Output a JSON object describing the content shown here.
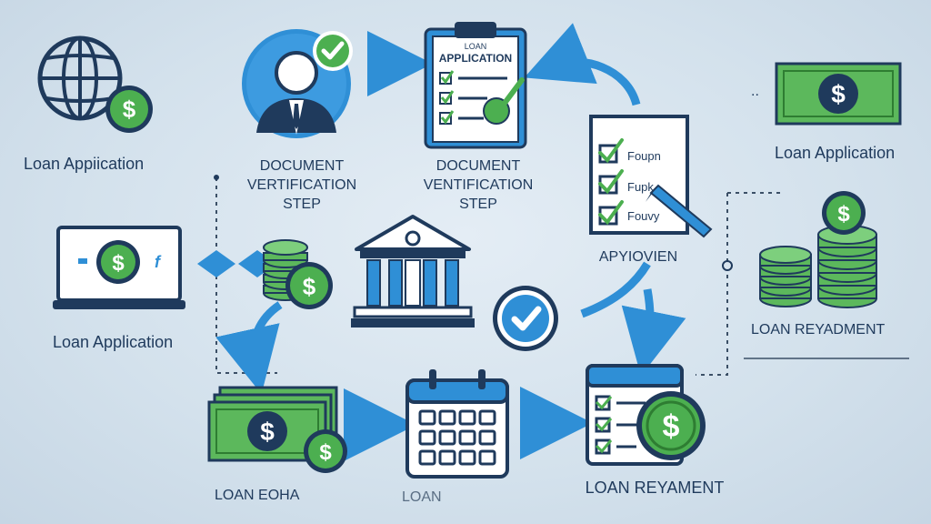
{
  "labels": {
    "globe_caption": "Loan Appiication",
    "person_caption": [
      "DOCUMENT",
      "VERTIFICATION",
      "STEP"
    ],
    "clipboard_title_top": "LOAN",
    "clipboard_title": "APPLICATION",
    "clipboard_caption": [
      "DOCUMENT",
      "VENTIFICATION",
      "STEP"
    ],
    "form_lines": [
      "Foupn",
      "Fupk",
      "Fouvy"
    ],
    "form_caption": "APYIOVIEN",
    "topright_caption": "Loan Application",
    "laptop_caption": "Loan Application",
    "coins_right_caption": "LOAN REYADMENT",
    "bills_caption": "LOAN EOHA",
    "calendar_caption": "LOAN",
    "bottom_right_caption": "LOAN REYAMENT",
    "dollar": "$",
    "laptop_mark": "f",
    "dots": ".."
  },
  "colors": {
    "navy": "#1f3a5c",
    "blue": "#2f8fd6",
    "green": "#4caf50",
    "dark_green": "#2e7d32",
    "bill_green": "#5cb85c",
    "background": "#d8e4ee"
  },
  "icons": [
    "globe-icon",
    "person-verified-icon",
    "clipboard-checklist-icon",
    "approval-form-icon",
    "money-bill-icon",
    "laptop-dollar-icon",
    "coin-stack-icon",
    "bank-icon",
    "checkmark-circle-icon",
    "calendar-icon",
    "repayment-schedule-icon",
    "coin-stacks-icon",
    "cash-bills-icon"
  ]
}
